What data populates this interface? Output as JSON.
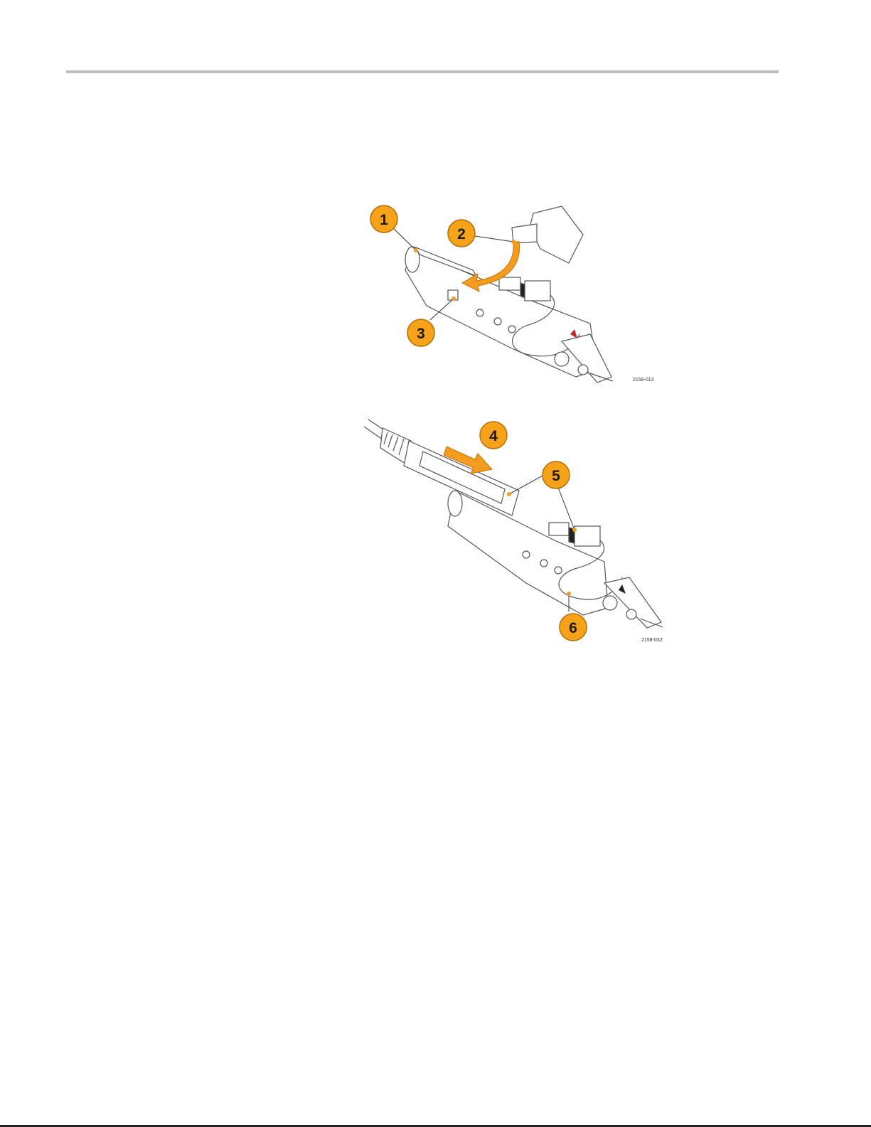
{
  "figures": [
    {
      "id_label": "2158-013",
      "callouts": [
        "1",
        "2",
        "3"
      ]
    },
    {
      "id_label": "2158-032",
      "callouts": [
        "4",
        "5",
        "6"
      ]
    }
  ],
  "colors": {
    "callout_fill": "#f7a21b",
    "callout_stroke": "#b76e00",
    "arrow": "#f39c1f",
    "line_art": "#555555",
    "accent_red": "#c0262c"
  }
}
